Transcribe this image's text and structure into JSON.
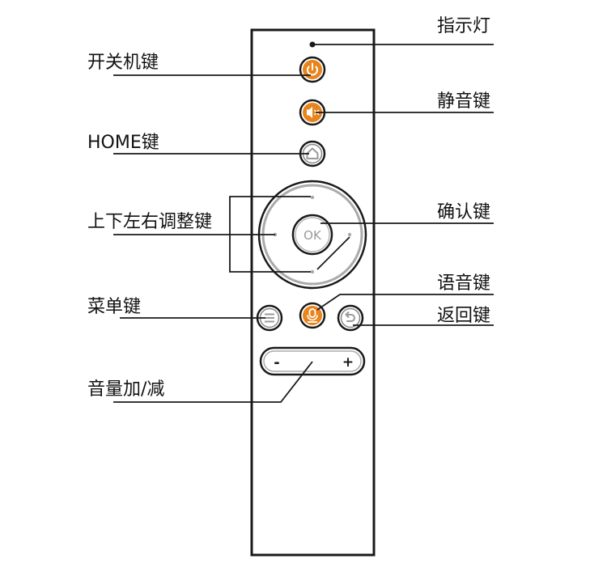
{
  "colors": {
    "outline": "#1a1a1a",
    "accent": "#e8841c",
    "button_ring": "#888888",
    "icon_gray": "#9a9a9a",
    "dpad_ring": "#aaaaaa"
  },
  "labels": {
    "indicator": "指示灯",
    "power": "开关机键",
    "mute": "静音键",
    "home": "HOME键",
    "confirm": "确认键",
    "dpad": "上下左右调整键",
    "voice": "语音键",
    "menu": "菜单键",
    "back": "返回键",
    "volume": "音量加/减"
  },
  "buttons": {
    "ok_text": "OK",
    "vol_minus": "-",
    "vol_plus": "+"
  },
  "icons": {
    "power": "power-icon",
    "mute": "speaker-mute-icon",
    "home": "home-icon",
    "voice": "microphone-icon",
    "menu": "menu-lines-icon",
    "back": "back-arrow-icon"
  }
}
